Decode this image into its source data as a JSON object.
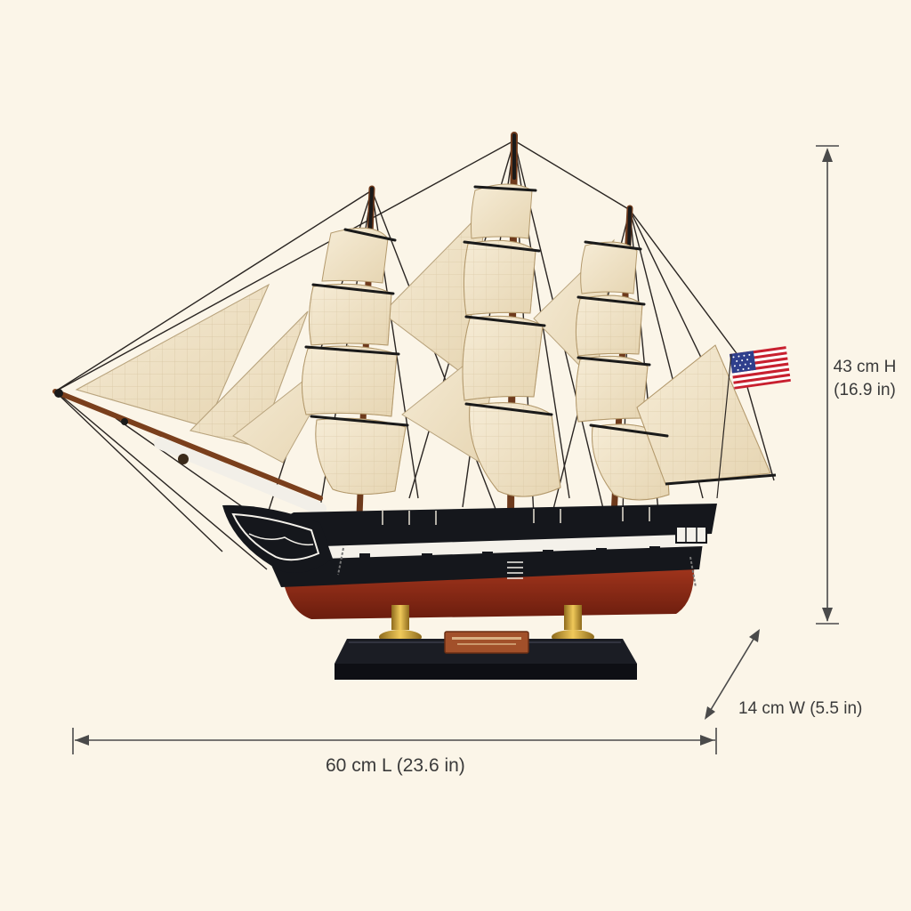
{
  "product": {
    "name_plate": "",
    "colors": {
      "background": "#fbf5e8",
      "sail": "#f2e6cc",
      "hull_red": "#8e2a17",
      "hull_black": "#15171c",
      "stripe_white": "#f4f1ea",
      "mast_wood": "#6e3a1c",
      "brass": "#c99a2e",
      "dimension_line": "#4a4a4a"
    }
  },
  "dimensions": {
    "height_line1": "43 cm H",
    "height_line2": "(16.9 in)",
    "width": "14 cm W (5.5 in)",
    "length": "60 cm L (23.6 in)"
  },
  "icons": {
    "flag": "us-flag-icon"
  }
}
